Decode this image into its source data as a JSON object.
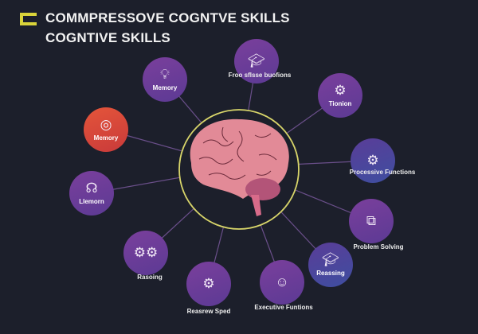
{
  "header": {
    "title_line1": "COMMPRESSOVE COGNTVE SKILLS",
    "title_line2": "COGNTIVE SKILLS"
  },
  "colors": {
    "background": "#1c1f2b",
    "accent": "#d9d33a",
    "node": "#6b3d9a",
    "node_highlight": "#e04a3a"
  },
  "nodes": [
    {
      "label": "Memory",
      "icon": "lightbulb-icon"
    },
    {
      "label": "Memory",
      "icon": "lightbulb-icon"
    },
    {
      "label": "Llemorn",
      "icon": "heads-icon"
    },
    {
      "label": "Froo sflsse buofions",
      "icon": "graduate-head-icon"
    },
    {
      "label": "Tionion",
      "icon": "gear-person-icon"
    },
    {
      "label": "Processive Functions",
      "icon": "gear-target-icon"
    },
    {
      "label": "Problem Solving",
      "icon": "puzzle-bulb-icon"
    },
    {
      "label": "Reassing",
      "icon": "graduation-cap-icon"
    },
    {
      "label": "Executive Funtions",
      "icon": "head-thinking-icon"
    },
    {
      "label": "Reasrew Sped",
      "icon": "gear-target-icon"
    },
    {
      "label": "Rasoing",
      "icon": "gears-icon"
    }
  ]
}
